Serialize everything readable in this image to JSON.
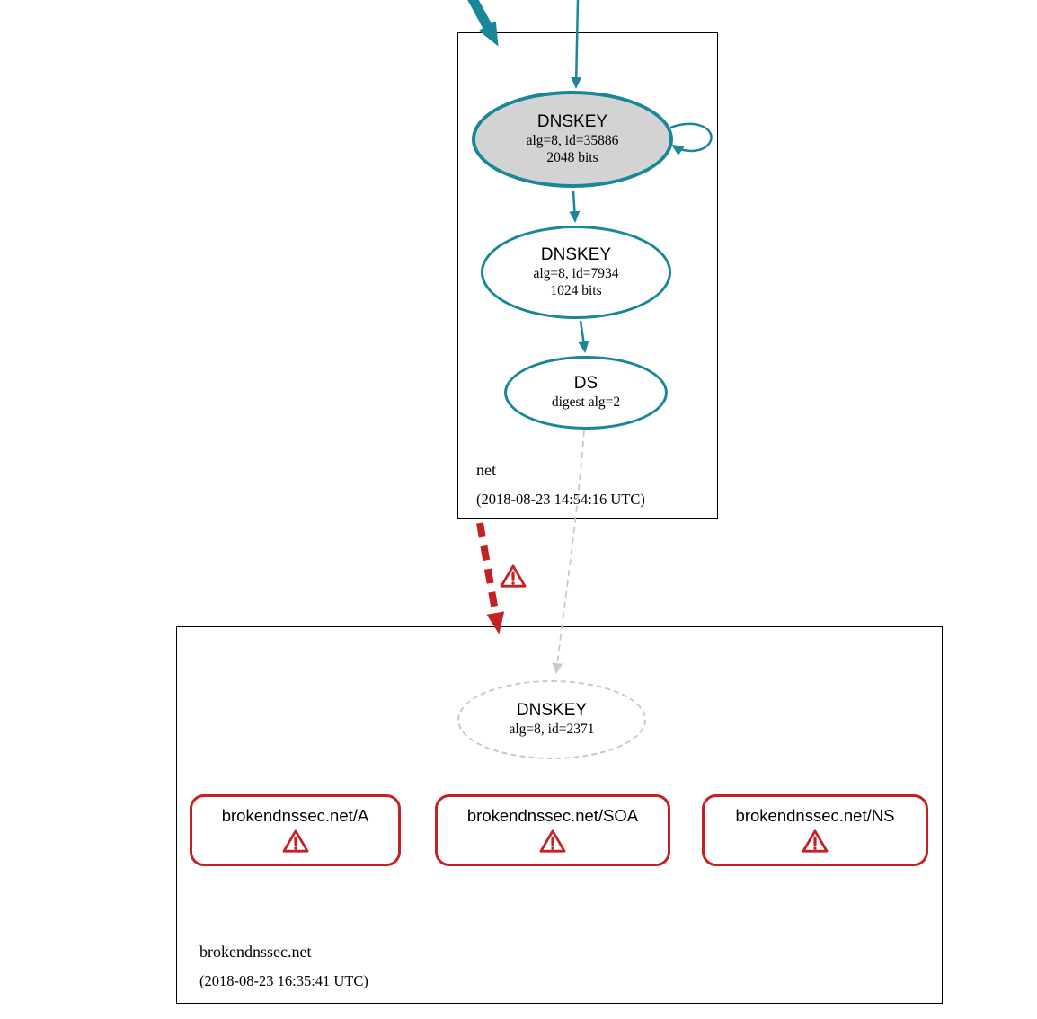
{
  "net_zone": {
    "label": "net",
    "timestamp": "(2018-08-23 14:54:16 UTC)",
    "ksk": {
      "title": "DNSKEY",
      "detail1": "alg=8, id=35886",
      "detail2": "2048 bits"
    },
    "zsk": {
      "title": "DNSKEY",
      "detail1": "alg=8, id=7934",
      "detail2": "1024 bits"
    },
    "ds": {
      "title": "DS",
      "detail1": "digest alg=2"
    }
  },
  "broken_zone": {
    "label": "brokendnssec.net",
    "timestamp": "(2018-08-23 16:35:41 UTC)",
    "dnskey": {
      "title": "DNSKEY",
      "detail1": "alg=8, id=2371"
    },
    "rrsets": [
      {
        "label": "brokendnssec.net/A"
      },
      {
        "label": "brokendnssec.net/SOA"
      },
      {
        "label": "brokendnssec.net/NS"
      }
    ]
  },
  "icons": {
    "warning": "warning-triangle"
  },
  "colors": {
    "teal": "#1a8799",
    "red": "#c32222",
    "node_fill_gray": "#d3d3d3",
    "dashed_gray": "#c9c9c9"
  }
}
